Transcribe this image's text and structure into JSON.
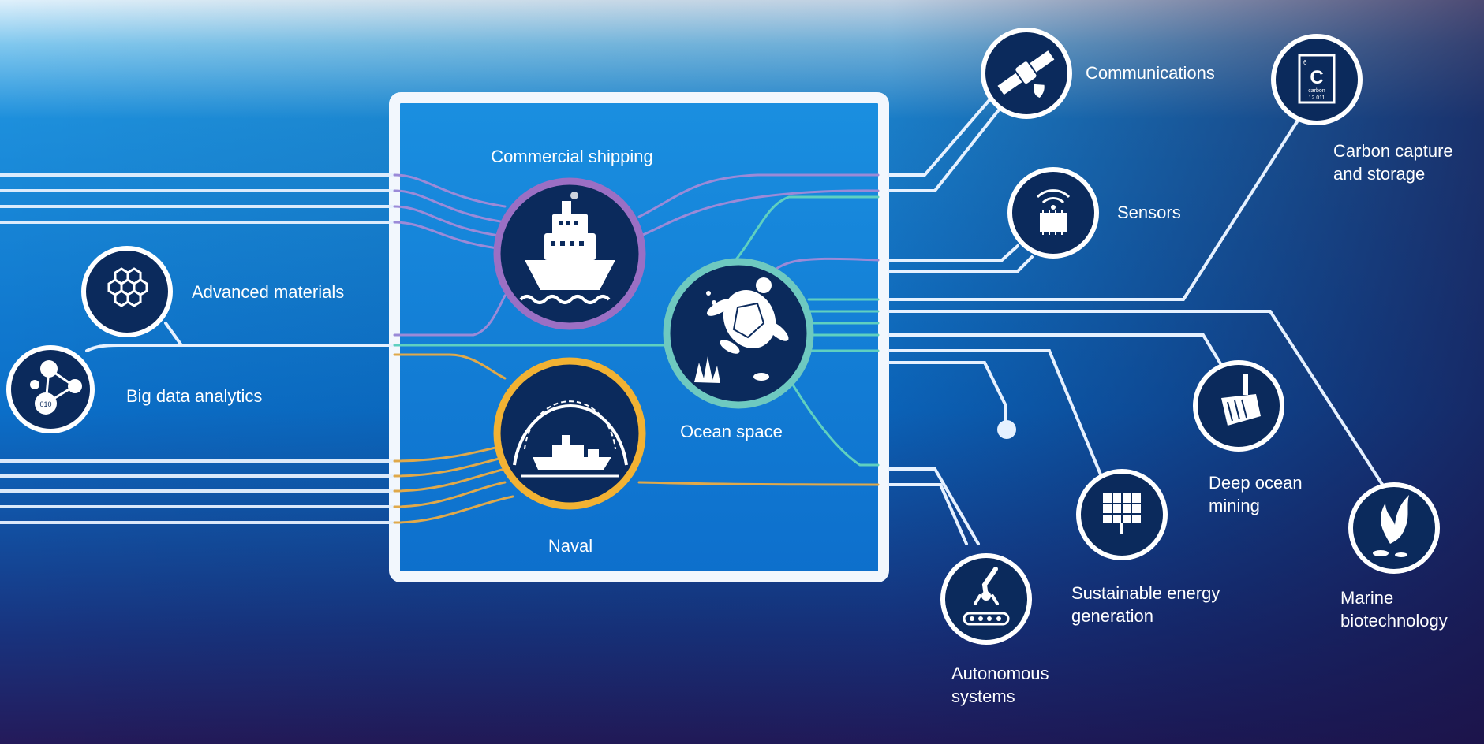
{
  "hubs": {
    "commercial_shipping": "Commercial shipping",
    "ocean_space": "Ocean space",
    "naval": "Naval"
  },
  "technologies": {
    "advanced_materials": "Advanced materials",
    "big_data": "Big data analytics",
    "communications": "Communications",
    "sensors": "Sensors",
    "carbon_capture": [
      "Carbon capture",
      "and storage"
    ],
    "deep_ocean_mining": [
      "Deep ocean",
      "mining"
    ],
    "sustainable_energy": [
      "Sustainable energy",
      "generation"
    ],
    "marine_biotech": [
      "Marine",
      "biotechnology"
    ],
    "autonomous": [
      "Autonomous",
      "systems"
    ]
  },
  "icons": {
    "commercial_shipping": "ship-icon",
    "ocean_space": "turtle-icon",
    "naval": "warship-dome-icon",
    "advanced_materials": "hexagon-lattice-icon",
    "big_data": "data-nodes-icon",
    "communications": "satellite-icon",
    "sensors": "chip-wifi-icon",
    "carbon_capture": "carbon-element-icon",
    "deep_ocean_mining": "mining-machine-icon",
    "sustainable_energy": "solar-panel-icon",
    "marine_biotech": "seaweed-icon",
    "autonomous": "robot-arm-icon"
  },
  "carbon_tile": {
    "symbol": "C",
    "name": "carbon",
    "mass": "12.011",
    "number": "6"
  },
  "colors": {
    "circle_fill": "#0b2a5c",
    "shipping_ring": "#9b6fc4",
    "ocean_ring": "#6ec9c0",
    "naval_ring": "#f2b233",
    "line_white": "#e6f1ff",
    "line_purple": "#9b8ad8",
    "line_teal": "#5fd0c0",
    "line_gold": "#e0a94a"
  }
}
